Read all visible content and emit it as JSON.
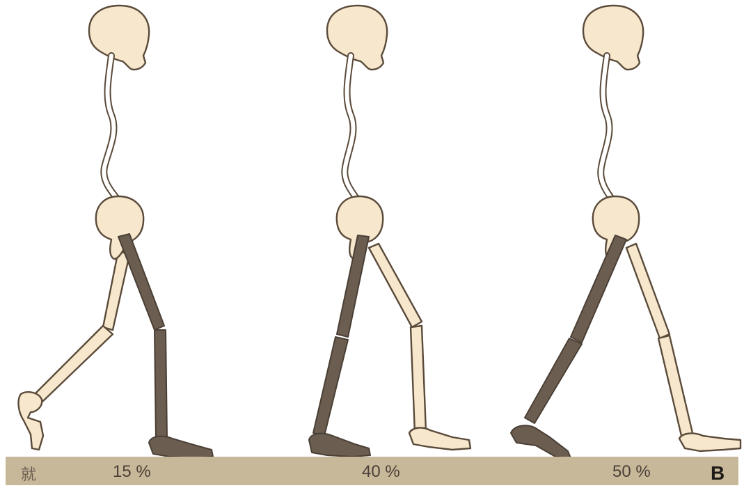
{
  "labels": {
    "phase_1": "15 %",
    "phase_2": "40 %",
    "phase_3": "50 %",
    "panel": "B",
    "corner_mark": "就"
  },
  "colors": {
    "ground": "#c8b89a",
    "bone_light": "#f7e8cd",
    "bone_dark": "#6b5e51",
    "outline": "#5a4a3a"
  },
  "icons": [
    "skeleton-figure",
    "skull",
    "spine",
    "pelvis",
    "leg-bones",
    "foot-bones"
  ]
}
